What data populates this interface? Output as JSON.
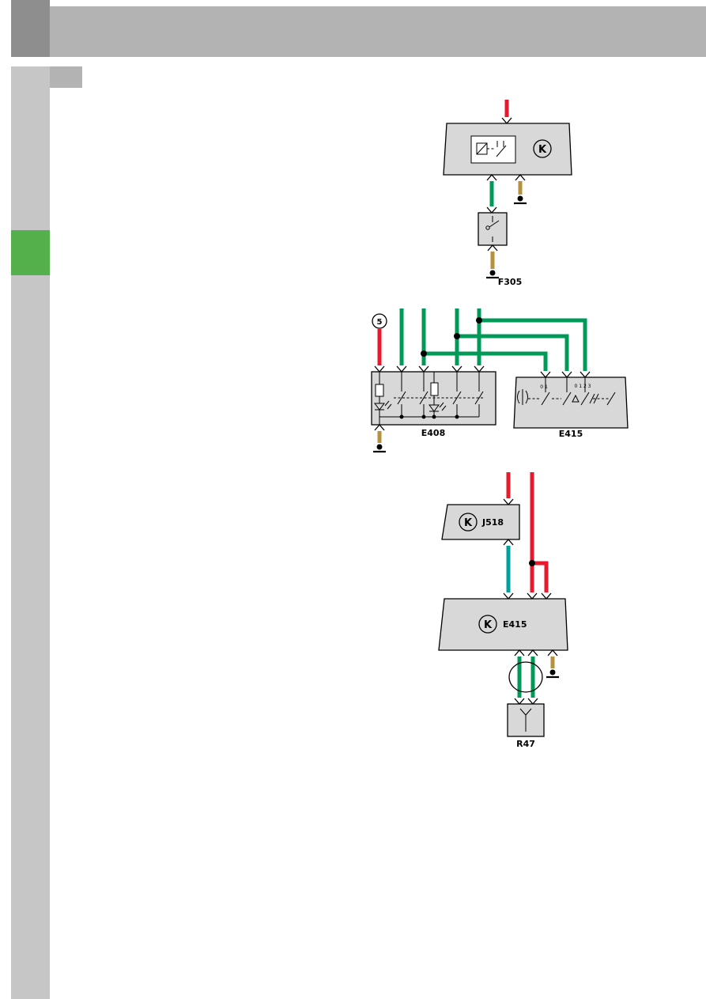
{
  "colors": {
    "wire_red": "#e8192c",
    "wire_green": "#009a58",
    "wire_teal": "#00a0a0",
    "wire_brown": "#b6913e",
    "component_fill": "#d8d8d8",
    "header_band": "#b3b3b3",
    "header_accent": "#8e8e8e",
    "header_tab": "#b3b3b3",
    "sidebar_rail": "#c6c6c6",
    "sidebar_marker": "#54b04a"
  },
  "diagrams": {
    "fuse_circuit": {
      "control_unit_icon": "K",
      "fuse_label": "F305"
    },
    "switch_circuit": {
      "terminal_badge": "5",
      "left_unit_label": "E408",
      "right_unit_label": "E415",
      "marking_a": "0 1",
      "marking_b": "0 1 2 3"
    },
    "antenna_circuit": {
      "upper_unit_icon": "K",
      "upper_unit_label": "J518",
      "lower_unit_icon": "K",
      "lower_unit_label": "E415",
      "antenna_label": "R47"
    }
  }
}
